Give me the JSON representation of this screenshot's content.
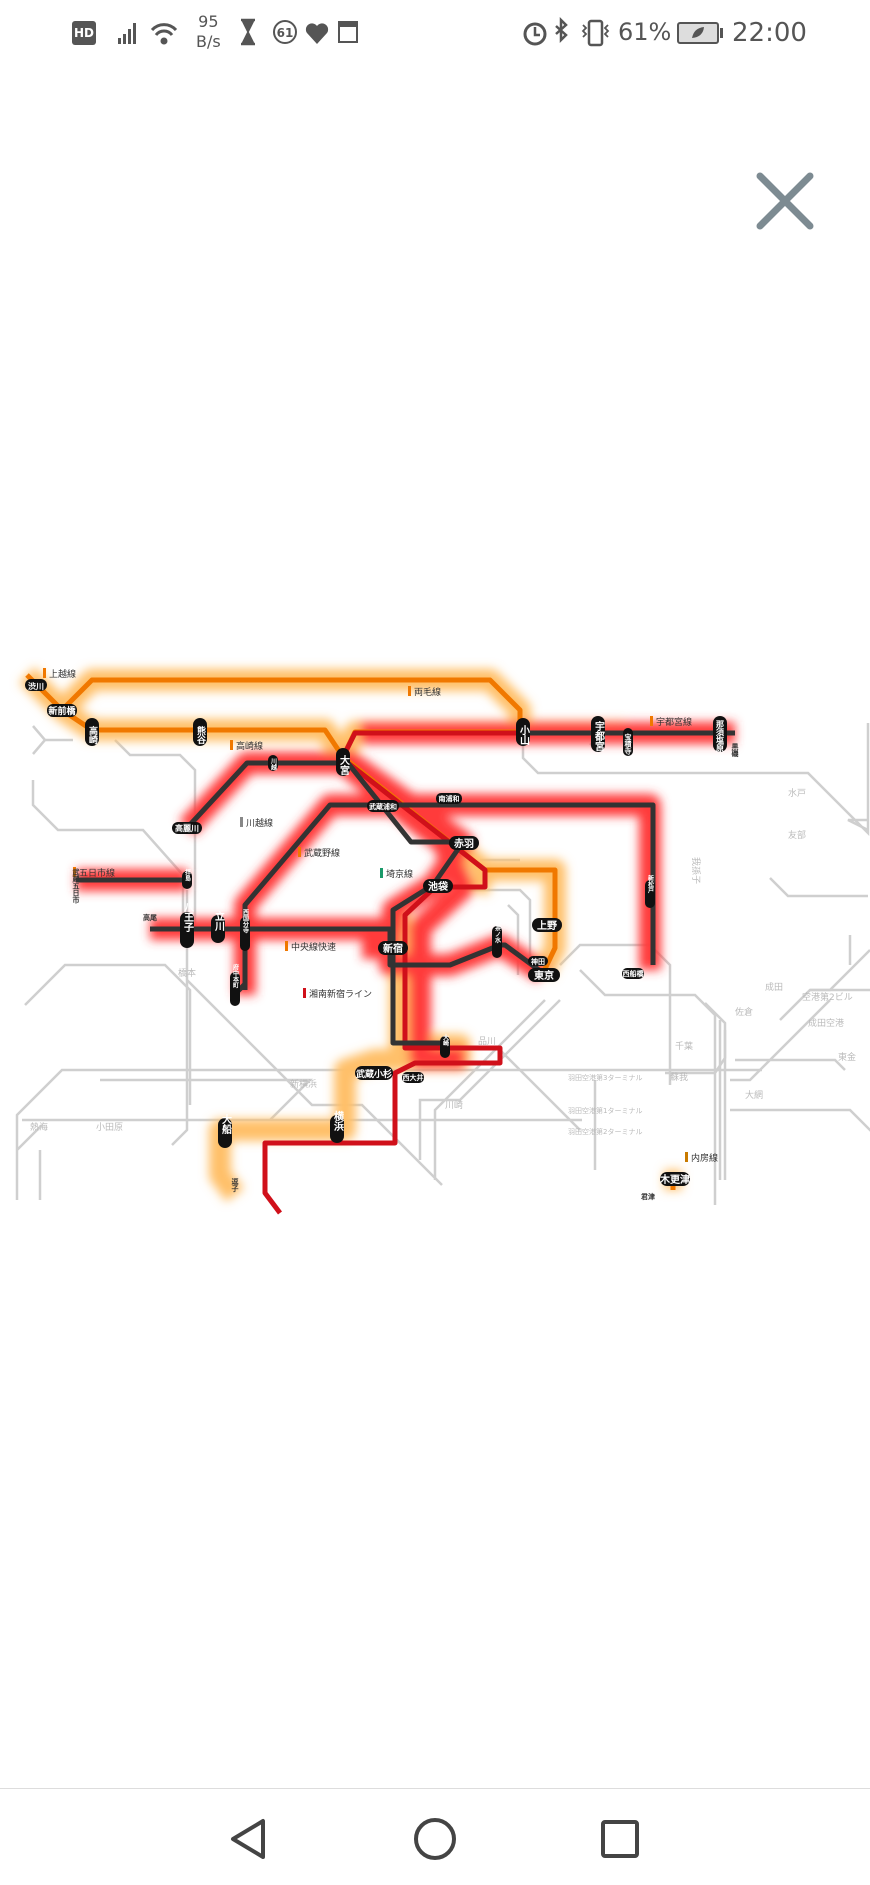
{
  "status_bar": {
    "hd_badge": "HD",
    "net_speed_value": "95",
    "net_speed_unit": "B/s",
    "notification_count": "61",
    "battery_percent": "61%",
    "time": "22:00"
  },
  "close_button": {
    "icon": "close-icon"
  },
  "map": {
    "line_labels": {
      "joetsu": "上越線",
      "ryomo": "両毛線",
      "takasaki": "高崎線",
      "utsunomiya": "宇都宮線",
      "kawagoe": "川越線",
      "musashino": "武蔵野線",
      "saikyo": "埼京線",
      "itsukaichi": "五日市線",
      "chuo": "中央線快速",
      "shonan": "湘南新宿ライン",
      "uchibo": "内房線"
    },
    "stations": {
      "shibukawa": "渋川",
      "shinmaebashi": "新前橋",
      "takasaki": "高崎",
      "kumagaya": "熊谷",
      "omiya": "大宮",
      "oyama": "小山",
      "utsunomiya": "宇都宮",
      "hoshakuji": "宝積寺",
      "nasushiobara": "那須塩原",
      "kuroiso": "黒磯",
      "nishikawa": "川越",
      "komagawa": "高麗川",
      "musashiurawa": "武蔵浦和",
      "minamiurawa": "南浦和",
      "akabane": "赤羽",
      "ikebukuro": "池袋",
      "shinjuku": "新宿",
      "ueno": "上野",
      "tokyo": "東京",
      "kanda": "神田",
      "ochanomizu": "御茶ノ水",
      "nishifunabashi": "西船橋",
      "shinmatsudo": "新松戸",
      "musashiitsukaichi": "武蔵五日市",
      "haijima": "拝島",
      "takao": "高尾",
      "hachioji": "八王子",
      "tachikawa": "立川",
      "nishikokubunji": "西国分寺",
      "fuchuhommachi": "府中本町",
      "osaki": "大崎",
      "musashikosugi": "武蔵小杉",
      "nishioi": "西大井",
      "yokohama": "横浜",
      "ofuna": "大船",
      "zushi": "逗子",
      "kisarazu": "木更津",
      "kimitsu": "君津"
    },
    "gray_stations": {
      "mito": "水戸",
      "tomobe": "友部",
      "abiko": "我孫子",
      "chiba": "千葉",
      "soga": "蘇我",
      "narita": "成田",
      "sakura": "佐倉",
      "airport2": "空港第2ビル",
      "narita_airport": "成田空港",
      "shinagawa": "品川",
      "kawasaki": "川崎",
      "shinyokohama": "新横浜",
      "hashimoto": "橋本",
      "odawara": "小田原",
      "atami": "熱海",
      "haneda3": "羽田空港第3ターミナル",
      "haneda1": "羽田空港第1ターミナル",
      "haneda2": "羽田空港第2ターミナル",
      "ono": "大網",
      "toke": "東金"
    },
    "colors": {
      "glow_red": "#ff3b3b",
      "glow_orange": "#ffc069",
      "orange": "#f07800",
      "red": "#d0101a",
      "black": "#333333",
      "gray": "#cccccc"
    }
  },
  "nav_bar": {
    "back": "back-icon",
    "home": "home-icon",
    "recents": "recents-icon"
  }
}
